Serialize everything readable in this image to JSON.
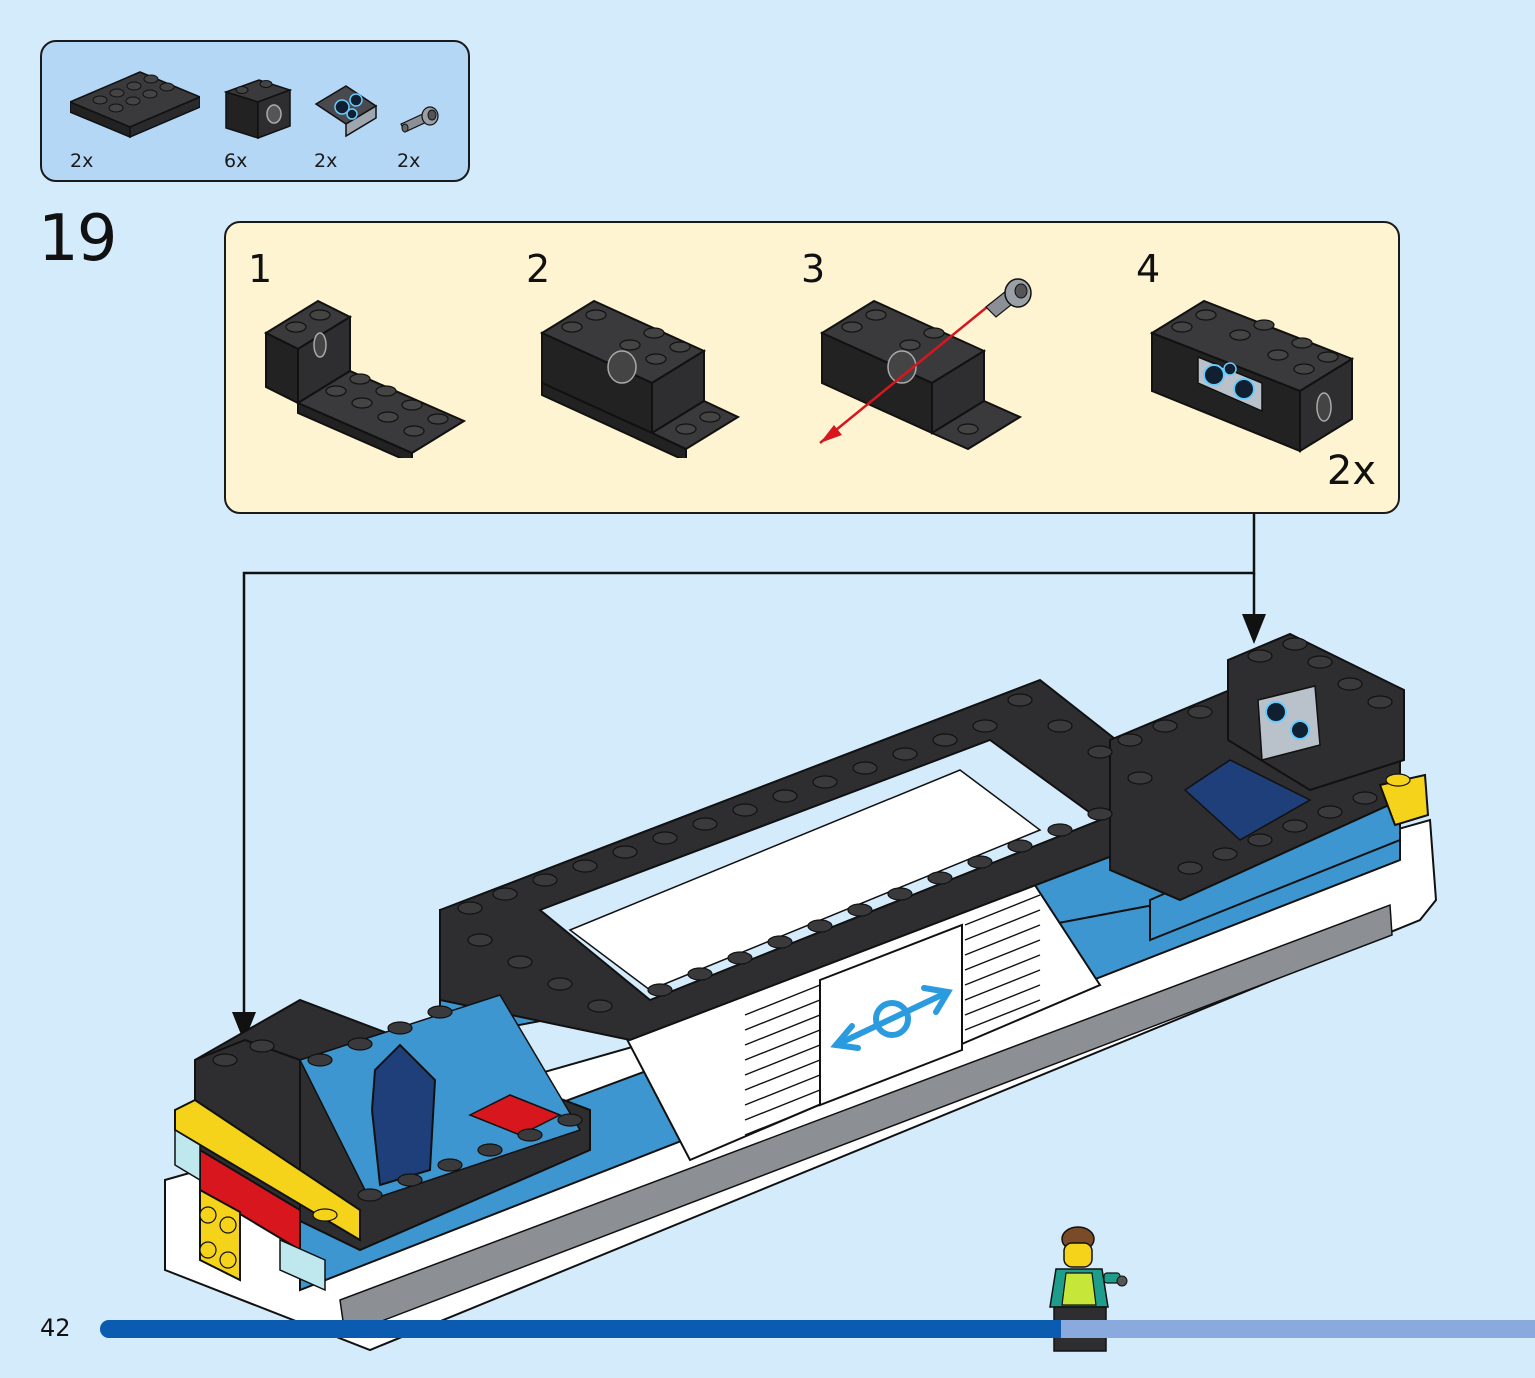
{
  "page": {
    "step_number": "19",
    "page_number": "42",
    "progress": 0.67
  },
  "parts_list": [
    {
      "qty": "2x",
      "icon": "plate-2x4-icon"
    },
    {
      "qty": "6x",
      "icon": "technic-brick-1x2-icon"
    },
    {
      "qty": "2x",
      "icon": "printed-slope-dashboard-icon"
    },
    {
      "qty": "2x",
      "icon": "technic-pin-icon"
    }
  ],
  "sub_assembly": {
    "multiplier": "2x",
    "steps": [
      {
        "num": "1"
      },
      {
        "num": "2"
      },
      {
        "num": "3"
      },
      {
        "num": "4"
      }
    ]
  },
  "colors": {
    "background": "#d4ebfb",
    "parts_box": "#b3d7f5",
    "sub_box": "#fef4d2",
    "brick_dark": "#2e2e30",
    "train_blue": "#3d96cf",
    "train_white": "#ffffff",
    "accent_yellow": "#f6d31b",
    "accent_red": "#d8161d",
    "progress_fill": "#0b5cb0",
    "progress_track": "#8aa9dc"
  }
}
